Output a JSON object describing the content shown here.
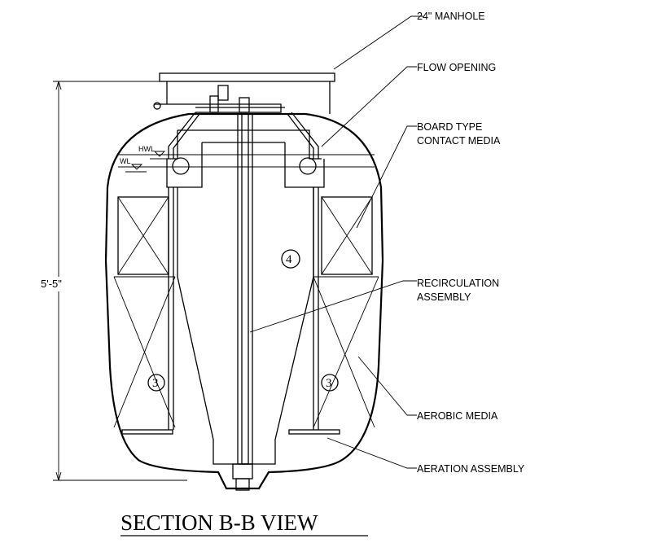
{
  "labels": {
    "manhole": "24\" MANHOLE",
    "flow_opening": "FLOW OPENING",
    "board_media_1": "BOARD TYPE",
    "board_media_2": "CONTACT MEDIA",
    "recirc_1": "RECIRCULATION",
    "recirc_2": "ASSEMBLY",
    "aerobic_media": "AEROBIC MEDIA",
    "aeration": "AERATION ASSEMBLY"
  },
  "dimension": "5'-5\"",
  "water_levels": {
    "high": "HWL",
    "low": "WL"
  },
  "markers": {
    "left": "3",
    "right": "3",
    "center": "4"
  },
  "title": "SECTION B-B VIEW"
}
